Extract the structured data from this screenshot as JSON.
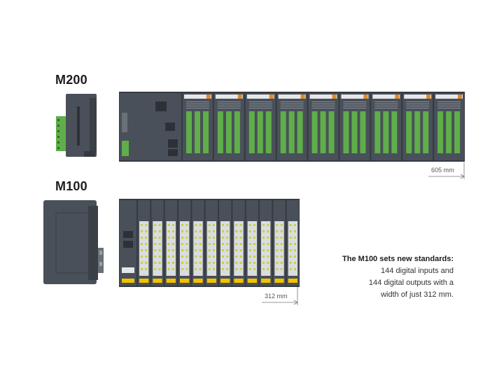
{
  "m200": {
    "title": "M200",
    "dimension": "605 mm",
    "module_count": 10
  },
  "m100": {
    "title": "M100",
    "dimension": "312 mm",
    "module_count": 13
  },
  "caption": {
    "lead": "The M100 sets new standards:",
    "line1": "144 digital inputs and",
    "line2": "144 digital outputs with a",
    "line3": "width of just 312 mm."
  },
  "colors": {
    "housing": "#4a5059",
    "housing_dark": "#353a41",
    "terminal_green": "#5fae4a",
    "module_gray": "#dadde0",
    "accent_yellow": "#f2c200"
  }
}
